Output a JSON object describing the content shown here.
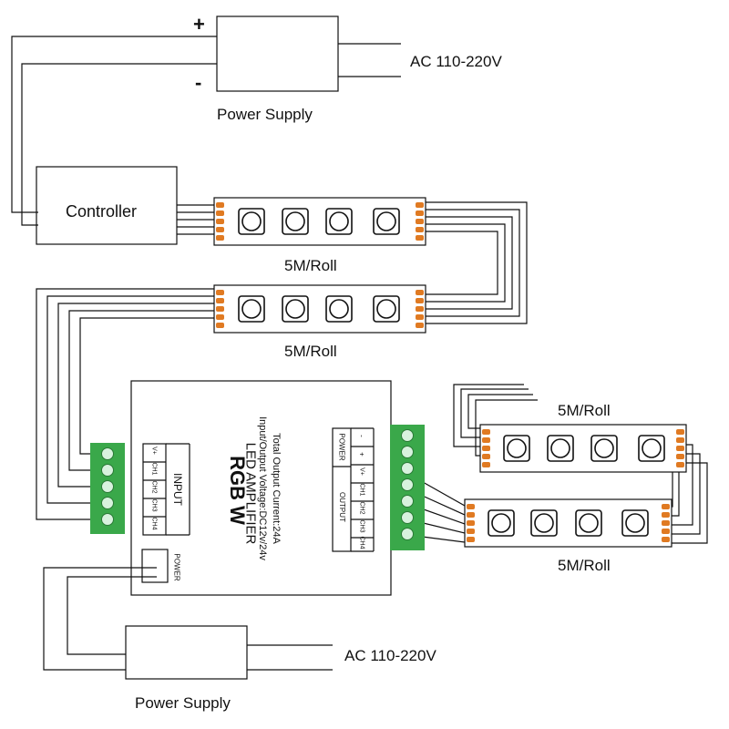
{
  "top_psu": {
    "label": "Power Supply",
    "plus": "+",
    "minus": "-",
    "ac_label": "AC 110-220V"
  },
  "controller": {
    "label": "Controller"
  },
  "strips": [
    {
      "label": "5M/Roll"
    },
    {
      "label": "5M/Roll"
    },
    {
      "label": "5M/Roll"
    },
    {
      "label": "5M/Roll"
    }
  ],
  "amplifier": {
    "title": "RGB W",
    "subtitle": "LED AMPLIFIER",
    "voltage": "Input/Output Voltage:DC12v/24v",
    "current": "Total Output Current:24A",
    "input_label": "INPUT",
    "input_channels": [
      "V+",
      "CH1",
      "CH2",
      "CH3",
      "CH4"
    ],
    "output_label": "OUTPUT",
    "power_label": "POWER",
    "output_channels": [
      "-",
      "+",
      "V+",
      "CH1",
      "CH2",
      "CH3",
      "CH4"
    ],
    "power_port_label": "POWER"
  },
  "bottom_psu": {
    "label": "Power Supply",
    "ac_label": "AC 110-220V"
  },
  "colors": {
    "line": "#111111",
    "terminal_block": "#3aa84a",
    "terminal_screw": "#d8f2de",
    "strip_pad": "#e07a22"
  }
}
